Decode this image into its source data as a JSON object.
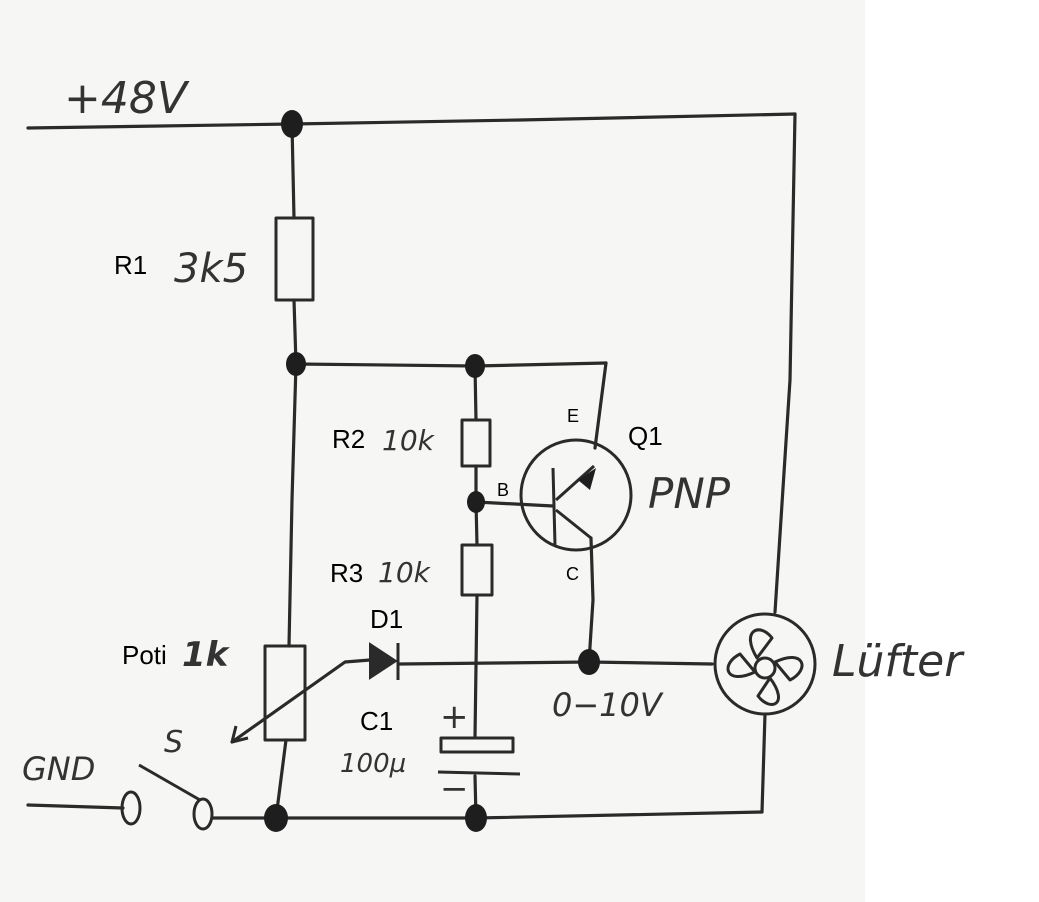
{
  "supply": {
    "label": "+48V"
  },
  "ground": {
    "label": "GND"
  },
  "switch": {
    "label": "S"
  },
  "r1": {
    "ref": "R1",
    "value": "3k5"
  },
  "r2": {
    "ref": "R2",
    "value": "10k"
  },
  "r3": {
    "ref": "R3",
    "value": "10k"
  },
  "poti": {
    "ref": "Poti",
    "value": "1k"
  },
  "d1": {
    "ref": "D1"
  },
  "c1": {
    "ref": "C1",
    "value": "100µ",
    "plus": "+",
    "minus": "−"
  },
  "q1": {
    "ref": "Q1",
    "type": "PNP",
    "emitter": "E",
    "base": "B",
    "collector": "C"
  },
  "output": {
    "label": "0−10V"
  },
  "fan": {
    "label": "Lüfter"
  }
}
